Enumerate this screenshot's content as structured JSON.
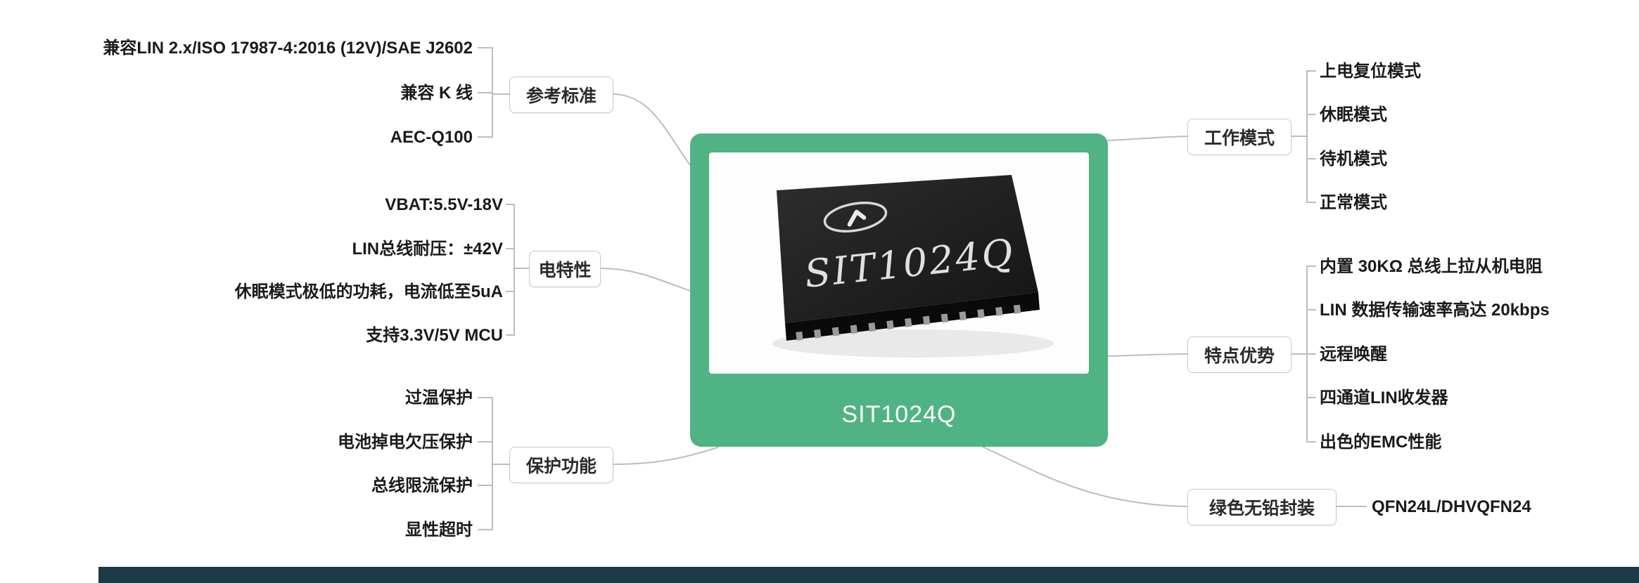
{
  "colors": {
    "card_green": "#50b384",
    "bottom_bar": "#1c3a47",
    "connector": "#bdbdbd",
    "node_border": "#c9c9c9",
    "leaf_text": "#1a1a1a"
  },
  "center": {
    "title": "SIT1024Q",
    "chip_label": "SIT1024Q"
  },
  "left_branches": [
    {
      "label": "参考标准",
      "items": [
        "兼容LIN 2.x/ISO 17987-4:2016 (12V)/SAE J2602",
        "兼容 K 线",
        "AEC-Q100"
      ]
    },
    {
      "label": "电特性",
      "items": [
        "VBAT:5.5V-18V",
        "LIN总线耐压：±42V",
        "休眠模式极低的功耗，电流低至5uA",
        "支持3.3V/5V MCU"
      ]
    },
    {
      "label": "保护功能",
      "items": [
        "过温保护",
        "电池掉电欠压保护",
        "总线限流保护",
        "显性超时"
      ]
    }
  ],
  "right_branches": [
    {
      "label": "工作模式",
      "items": [
        "上电复位模式",
        "休眠模式",
        "待机模式",
        "正常模式"
      ]
    },
    {
      "label": "特点优势",
      "items": [
        "内置 30KΩ 总线上拉从机电阻",
        "LIN 数据传输速率高达 20kbps",
        "远程唤醒",
        "四通道LIN收发器",
        "出色的EMC性能"
      ]
    },
    {
      "label": "绿色无铅封装",
      "items": [
        "QFN24L/DHVQFN24"
      ]
    }
  ]
}
